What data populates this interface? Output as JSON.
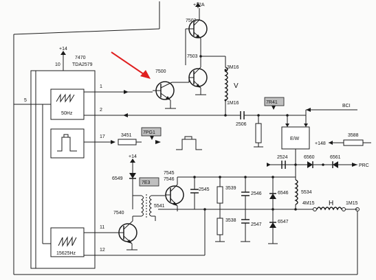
{
  "ic": {
    "part_number": "7470",
    "type": "TDA2579",
    "supply": "+14",
    "pin_supply": "10",
    "pin_left": "5",
    "blocks": [
      {
        "label": "50Hz"
      },
      {
        "label": ""
      },
      {
        "label": "15625Hz"
      }
    ],
    "pins": [
      "1",
      "2",
      "17",
      "11",
      "12"
    ]
  },
  "components": {
    "t7502": "7502",
    "t7503": "7503",
    "t7500": "7500",
    "supply_32a": "+32A",
    "c3m16": "3M16",
    "c1m16": "1M16",
    "label_v": "V",
    "c2506": "2506",
    "r3451": "3451",
    "tag_7pg1": "7PG1",
    "tag_7r41": "7R41",
    "tag_7e3": "7E3",
    "bci": "BCI",
    "ew": "E/W",
    "r3588": "3588",
    "plus148": "+148",
    "c2524": "2524",
    "d6560": "6560",
    "d6561": "6561",
    "prc": "PRC",
    "supply_14b": "+14",
    "d6549": "6549",
    "t7545": "7545",
    "t7546": "7546",
    "c2545": "2545",
    "r3539": "3539",
    "r3538": "3538",
    "c2546": "2546",
    "c2547": "2547",
    "d6546": "6546",
    "d6547": "6547",
    "l5534": "5534",
    "l4m15": "4M15",
    "label_h": "H",
    "l1m15": "1M15",
    "t5541": "5541",
    "t7540": "7540"
  },
  "colors": {
    "ink": "#1a1a1a",
    "arrow": "#e02020",
    "paper": "#fbfbfa"
  }
}
